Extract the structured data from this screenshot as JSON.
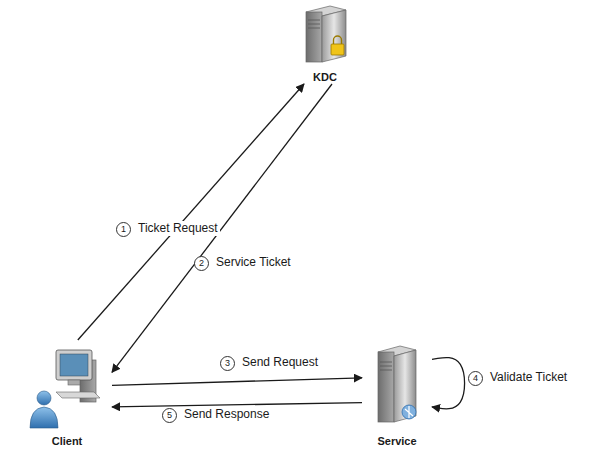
{
  "diagram": {
    "nodes": [
      {
        "text": [
          "KDC"
        ]
      },
      {
        "text": [
          "Client"
        ]
      },
      {
        "text": [
          "Service"
        ]
      }
    ],
    "edges": [
      {
        "from": 1,
        "to": 0,
        "arrow": "to",
        "label": "Ticket Request"
      },
      {
        "from": 0,
        "to": 1,
        "arrow": "to",
        "label": "Service Ticket"
      },
      {
        "from": 1,
        "to": 2,
        "arrow": "to",
        "label": "Send Request"
      },
      {
        "from": 2,
        "to": 2,
        "arrow": "to",
        "label": "Validate Ticket"
      },
      {
        "from": 2,
        "to": 1,
        "arrow": "to",
        "label": "Send Response"
      }
    ],
    "labels": [
      "1",
      "2",
      "3",
      "4",
      "5"
    ]
  }
}
